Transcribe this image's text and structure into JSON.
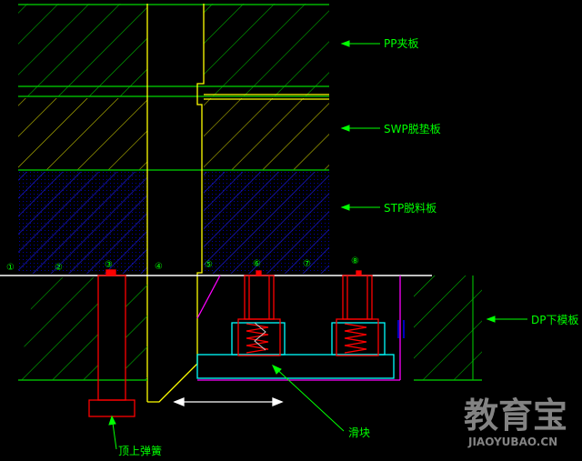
{
  "labels": {
    "pp_plate": "PP夹板",
    "swp_plate": "SWP脱垫板",
    "stp_plate": "STP脱料板",
    "dp_plate": "DP下模板",
    "slider": "滑块",
    "spring": "顶上弹簧"
  },
  "markers": [
    "①",
    "②",
    "③",
    "④",
    "⑤",
    "⑥",
    "⑦",
    "⑧"
  ],
  "watermark": {
    "brand": "教育宝",
    "url": "JIAOYUBAO.CN"
  },
  "colors": {
    "background": "#000000",
    "green_hatch": "#00b300",
    "yellow_hatch": "#b8b800",
    "blue_hatch": "#1010c8",
    "yellow": "#ffff00",
    "red": "#ff0000",
    "cyan": "#00ffff",
    "magenta": "#ff00ff",
    "white": "#ffffff",
    "label_green": "#00ff00"
  }
}
